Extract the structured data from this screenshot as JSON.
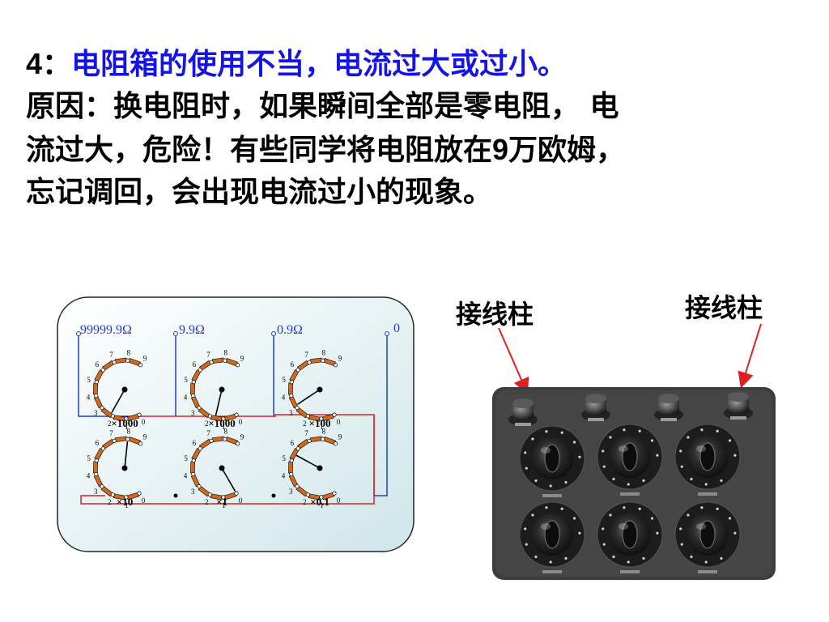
{
  "heading": {
    "number": "4",
    "colon": "：",
    "title": "电阻箱的使用不当，电流过大或过小。"
  },
  "body_lines": [
    {
      "pre": "原因：换电阻时，如果瞬间全部是零电阻， 电",
      "num": "",
      "post": ""
    },
    {
      "pre": "流过大，危险！有些同学将电阻放在",
      "num": "9",
      "post": "万欧姆，"
    },
    {
      "pre": "忘记调回，会出现电流过小的现象。",
      "num": "",
      "post": ""
    }
  ],
  "photo_labels": {
    "left": "接线柱",
    "right": "接线柱"
  },
  "diagram": {
    "terminals": [
      "99999.9Ω",
      "9.9Ω",
      "0.9Ω",
      "0"
    ],
    "dials": [
      {
        "multiplier": "×1000",
        "pointer": 2.2
      },
      {
        "multiplier": "×1000",
        "pointer": 1.6
      },
      {
        "multiplier": "×100",
        "pointer": 3.2
      },
      {
        "multiplier": "×10",
        "pointer": 8.0
      },
      {
        "multiplier": "×1",
        "pointer": 0
      },
      {
        "multiplier": "×0.1",
        "pointer": 5.5
      }
    ],
    "scale": [
      "0",
      "1",
      "2",
      "3",
      "4",
      "5",
      "6",
      "7",
      "8",
      "9"
    ]
  },
  "colors": {
    "heading_blue": "#1414e6",
    "wire_blue": "#1f3fd0",
    "wire_red": "#e02020",
    "contact": "#d2691e",
    "panel": "#dfeff2"
  }
}
